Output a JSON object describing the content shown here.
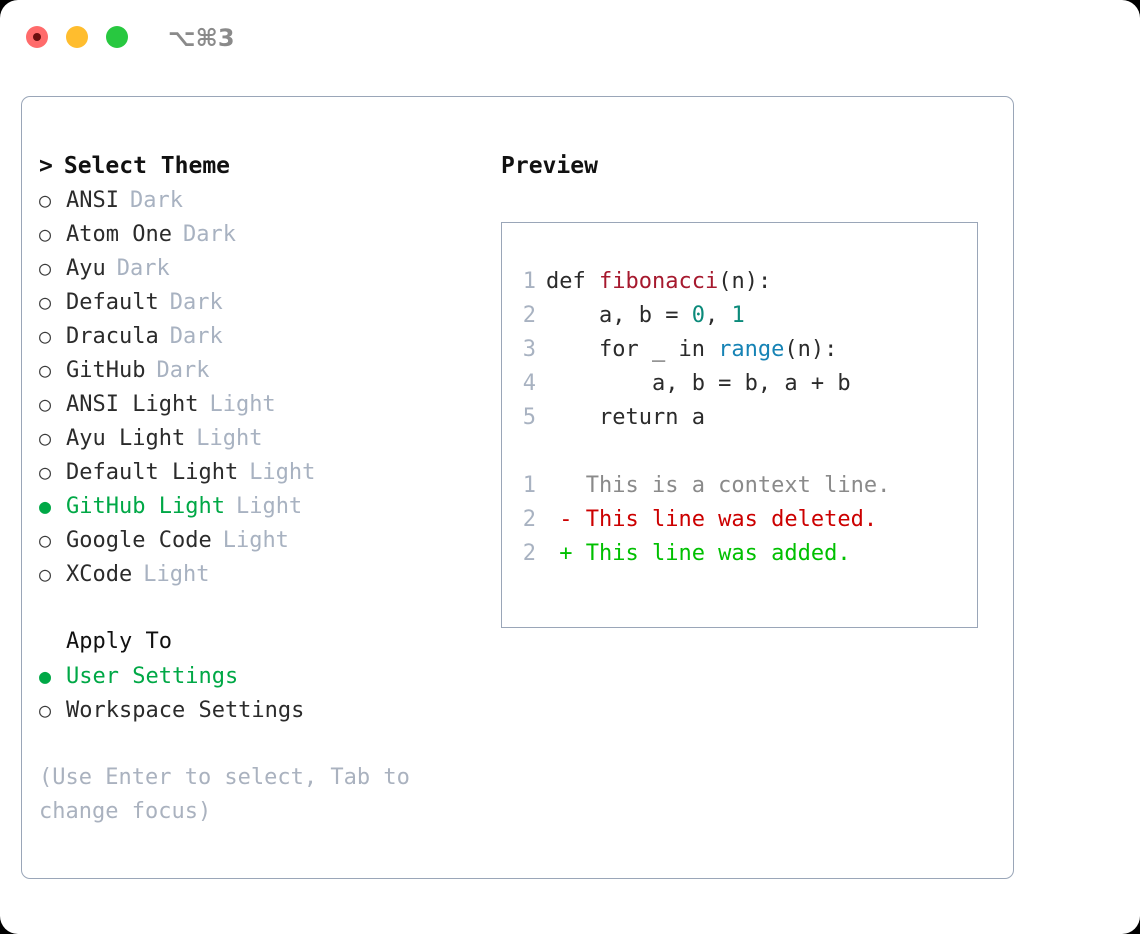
{
  "window": {
    "shortcut_label": "⌥⌘3",
    "traffic_lights": [
      {
        "name": "close",
        "color": "#ff6b6b"
      },
      {
        "name": "minimize",
        "color": "#ffbd2e"
      },
      {
        "name": "maximize",
        "color": "#28c840"
      }
    ]
  },
  "theme_section": {
    "caret": ">",
    "title": "Select Theme",
    "marker_unselected": "○",
    "marker_selected": "●",
    "items": [
      {
        "marker": "○",
        "name": "ANSI",
        "variant": "Dark",
        "selected": false
      },
      {
        "marker": "○",
        "name": "Atom One",
        "variant": "Dark",
        "selected": false
      },
      {
        "marker": "○",
        "name": "Ayu",
        "variant": "Dark",
        "selected": false
      },
      {
        "marker": "○",
        "name": "Default",
        "variant": "Dark",
        "selected": false
      },
      {
        "marker": "○",
        "name": "Dracula",
        "variant": "Dark",
        "selected": false
      },
      {
        "marker": "○",
        "name": "GitHub",
        "variant": "Dark",
        "selected": false
      },
      {
        "marker": "○",
        "name": "ANSI Light",
        "variant": "Light",
        "selected": false
      },
      {
        "marker": "○",
        "name": "Ayu Light",
        "variant": "Light",
        "selected": false
      },
      {
        "marker": "○",
        "name": "Default Light",
        "variant": "Light",
        "selected": false
      },
      {
        "marker": "●",
        "name": "GitHub Light",
        "variant": "Light",
        "selected": true
      },
      {
        "marker": "○",
        "name": "Google Code",
        "variant": "Light",
        "selected": false
      },
      {
        "marker": "○",
        "name": "XCode",
        "variant": "Light",
        "selected": false
      }
    ]
  },
  "apply_to_section": {
    "title": "Apply To",
    "items": [
      {
        "marker": "●",
        "name": "User Settings",
        "selected": true
      },
      {
        "marker": "○",
        "name": "Workspace Settings",
        "selected": false
      }
    ]
  },
  "hint": "(Use Enter to select, Tab to change focus)",
  "preview": {
    "title": "Preview",
    "code_lines": [
      {
        "lineno": "1",
        "tokens": [
          {
            "text": "def ",
            "cls": "tok-plain"
          },
          {
            "text": "fibonacci",
            "cls": "tok-fn"
          },
          {
            "text": "(n):",
            "cls": "tok-plain"
          }
        ]
      },
      {
        "lineno": "2",
        "tokens": [
          {
            "text": "    a, b = ",
            "cls": "tok-plain"
          },
          {
            "text": "0",
            "cls": "tok-num"
          },
          {
            "text": ", ",
            "cls": "tok-plain"
          },
          {
            "text": "1",
            "cls": "tok-num"
          }
        ]
      },
      {
        "lineno": "3",
        "tokens": [
          {
            "text": "    for _ in ",
            "cls": "tok-plain"
          },
          {
            "text": "range",
            "cls": "tok-call"
          },
          {
            "text": "(n):",
            "cls": "tok-plain"
          }
        ]
      },
      {
        "lineno": "4",
        "tokens": [
          {
            "text": "        a, b = b, a + b",
            "cls": "tok-plain"
          }
        ]
      },
      {
        "lineno": "5",
        "tokens": [
          {
            "text": "    return a",
            "cls": "tok-plain"
          }
        ]
      }
    ],
    "diff_lines": [
      {
        "lineno": "1",
        "text": "   This is a context line.",
        "cls": "diff-ctx"
      },
      {
        "lineno": "2",
        "text": " - This line was deleted.",
        "cls": "diff-del"
      },
      {
        "lineno": "2",
        "text": " + This line was added.",
        "cls": "diff-add"
      }
    ]
  },
  "colors": {
    "accent_green": "#00a846",
    "diff_added": "#00c000",
    "diff_deleted": "#cc0000",
    "function_name": "#a6192e",
    "number_literal": "#0b8a7a",
    "builtin_call": "#1683b5",
    "muted": "#a8b2c1",
    "border": "#9aa6b8"
  }
}
